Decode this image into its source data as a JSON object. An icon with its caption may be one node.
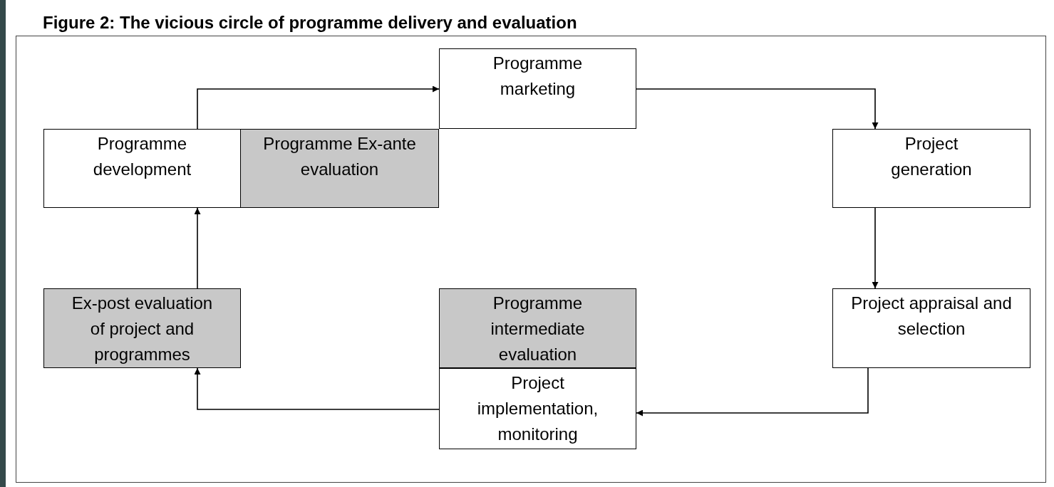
{
  "diagram": {
    "title": "Figure 2: The vicious circle of programme delivery and evaluation",
    "nodes": [
      {
        "text": [
          "Programme marketing"
        ]
      },
      {
        "text": [
          "Programme development"
        ]
      },
      {
        "text": [
          "Programme Ex-ante evaluation"
        ]
      },
      {
        "text": [
          "Project generation"
        ]
      },
      {
        "text": [
          "Project appraisal and selection"
        ]
      },
      {
        "text": [
          "Programme intermediate evaluation"
        ]
      },
      {
        "text": [
          "Project implementation, monitoring"
        ]
      },
      {
        "text": [
          "Ex-post evaluation of project and programmes"
        ]
      }
    ],
    "edges": [
      {
        "from": 1,
        "to": 0,
        "arrow": "to"
      },
      {
        "from": 0,
        "to": 3,
        "arrow": "to"
      },
      {
        "from": 3,
        "to": 4,
        "arrow": "to"
      },
      {
        "from": 4,
        "to": 6,
        "arrow": "to"
      },
      {
        "from": 6,
        "to": 7,
        "arrow": "to"
      },
      {
        "from": 7,
        "to": 1,
        "arrow": "to"
      }
    ]
  }
}
